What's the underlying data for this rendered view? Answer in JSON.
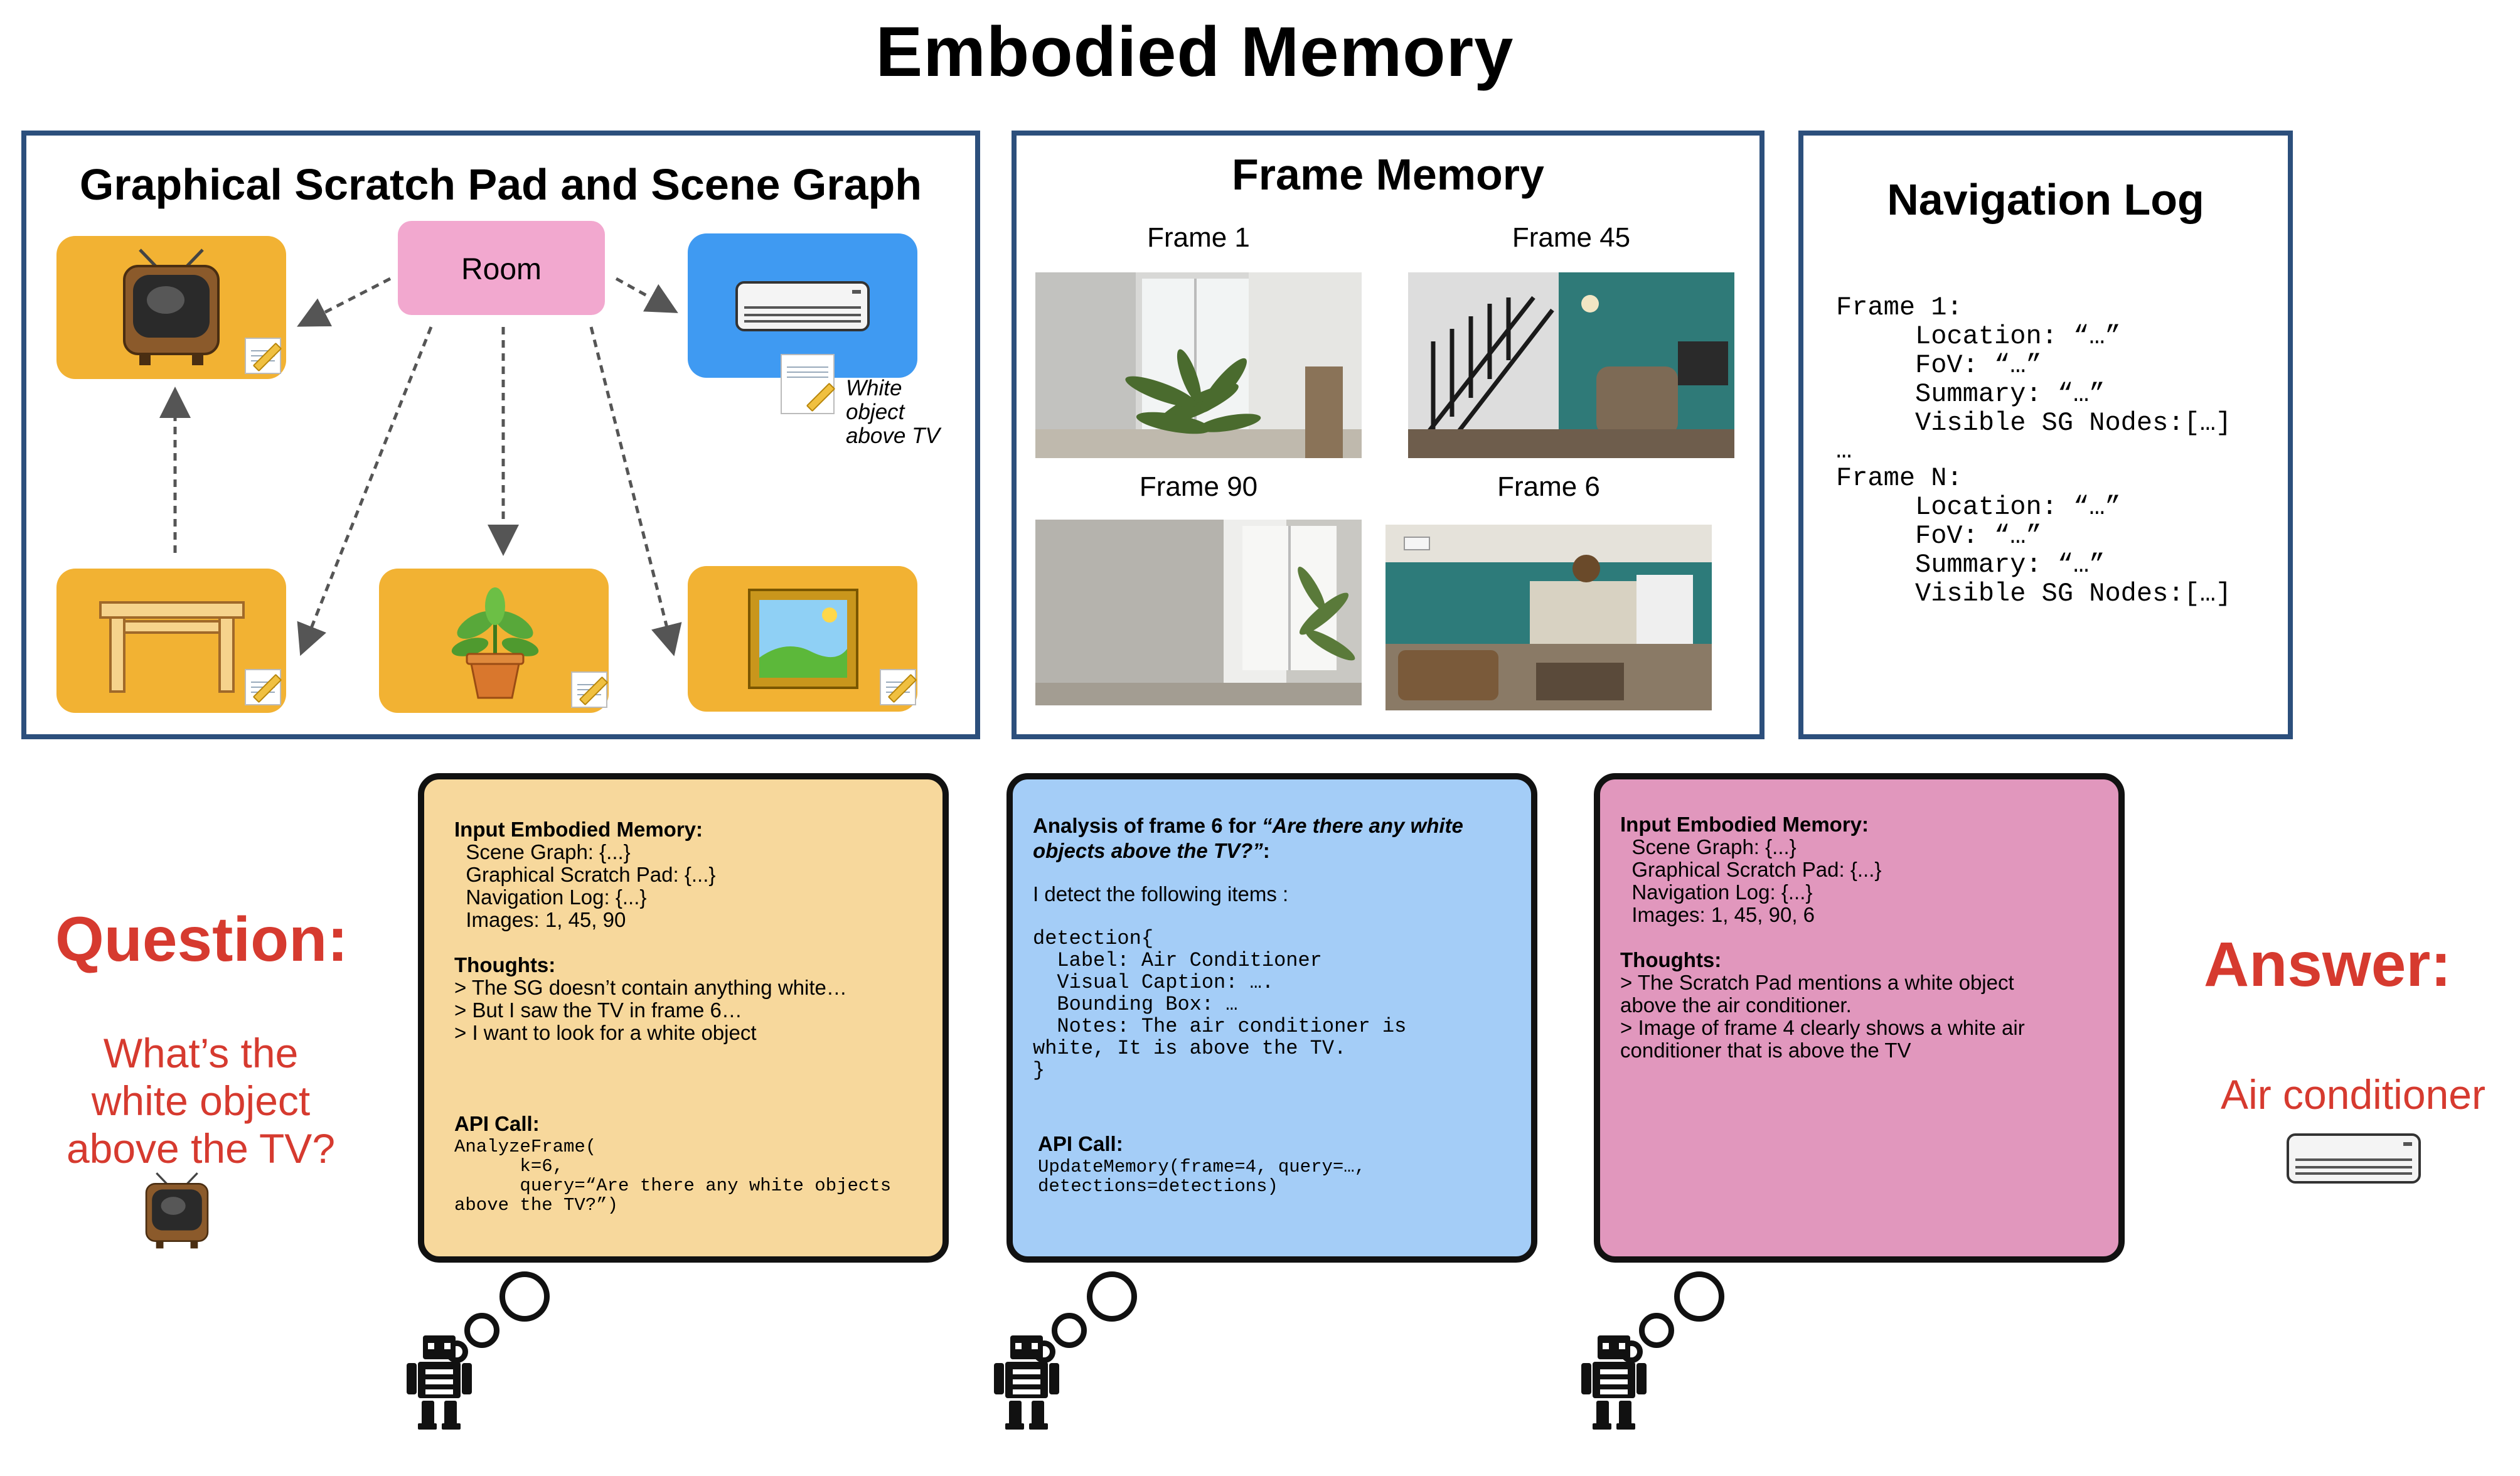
{
  "title": "Embodied Memory",
  "panels": {
    "scratch": {
      "title": "Graphical Scratch Pad and Scene Graph",
      "room_label": "Room",
      "note_text_lines": [
        "White",
        "object",
        "above TV"
      ],
      "colors": {
        "orange": "#f2b233",
        "blue": "#3f9af2",
        "pink": "#f2a8cf"
      }
    },
    "frame_memory": {
      "title": "Frame Memory",
      "frames": [
        {
          "label": "Frame 1"
        },
        {
          "label": "Frame 45"
        },
        {
          "label": "Frame 90"
        },
        {
          "label": "Frame 6"
        }
      ]
    },
    "nav_log": {
      "title": "Navigation Log",
      "lines": [
        "Frame 1:",
        "     Location: “…”",
        "     FoV: “…”",
        "     Summary: “…”",
        "     Visible SG Nodes:[…]",
        "…",
        "Frame N:",
        "     Location: “…”",
        "     FoV: “…”",
        "     Summary: “…”",
        "     Visible SG Nodes:[…]"
      ]
    }
  },
  "question": {
    "heading": "Question:",
    "lines": [
      "What’s the",
      "white object",
      "above the TV?"
    ]
  },
  "answer": {
    "heading": "Answer:",
    "text": "Air conditioner"
  },
  "bubbles": [
    {
      "color": "#f7d89c",
      "blocks": [
        {
          "bold": true,
          "text": "Input Embodied Memory:"
        },
        {
          "text": "  Scene Graph: {...}"
        },
        {
          "text": "  Graphical Scratch Pad: {...}"
        },
        {
          "text": "  Navigation Log: {...}"
        },
        {
          "text": "  Images: 1, 45, 90"
        },
        {
          "text": ""
        },
        {
          "bold": true,
          "text": "Thoughts:"
        },
        {
          "text": "> The SG doesn’t contain anything white…"
        },
        {
          "text": "> But I saw the TV in frame 6…"
        },
        {
          "text": "> I want to look for a white object"
        }
      ],
      "api_label": "API Call:",
      "api_code": [
        "AnalyzeFrame(",
        "      k=6,",
        "      query=“Are there any white objects",
        "above the TV?”)"
      ]
    },
    {
      "color": "#a4cdf7",
      "heading_plain": "Analysis of frame 6 for ",
      "heading_italic": "“Are there any white objects above the TV?”",
      "heading_end": ":",
      "intro": "I detect the following items :",
      "detection_code": [
        "detection{",
        "  Label: Air Conditioner",
        "  Visual Caption: ….",
        "  Bounding Box: …",
        "  Notes: The air conditioner is",
        "white, It is above the TV.",
        "}"
      ],
      "api_label": "API Call:",
      "api_code": [
        "UpdateMemory(frame=4, query=…,",
        "detections=detections)"
      ]
    },
    {
      "color": "#e197bd",
      "blocks": [
        {
          "bold": true,
          "text": "Input Embodied Memory:"
        },
        {
          "text": "  Scene Graph: {...}"
        },
        {
          "text": "  Graphical Scratch Pad: {...}"
        },
        {
          "text": "  Navigation Log: {...}"
        },
        {
          "text": "  Images: 1, 45, 90, 6"
        },
        {
          "text": ""
        },
        {
          "bold": true,
          "text": "Thoughts:"
        },
        {
          "text": "> The Scratch Pad mentions a white object"
        },
        {
          "text": "above the air conditioner."
        },
        {
          "text": "> Image of frame 4 clearly shows a white air"
        },
        {
          "text": "conditioner that is above the TV"
        }
      ]
    }
  ],
  "icons": [
    "tv-icon",
    "air-conditioner-icon",
    "table-icon",
    "potted-plant-icon",
    "framed-picture-icon",
    "memo-icon",
    "robot-icon"
  ]
}
